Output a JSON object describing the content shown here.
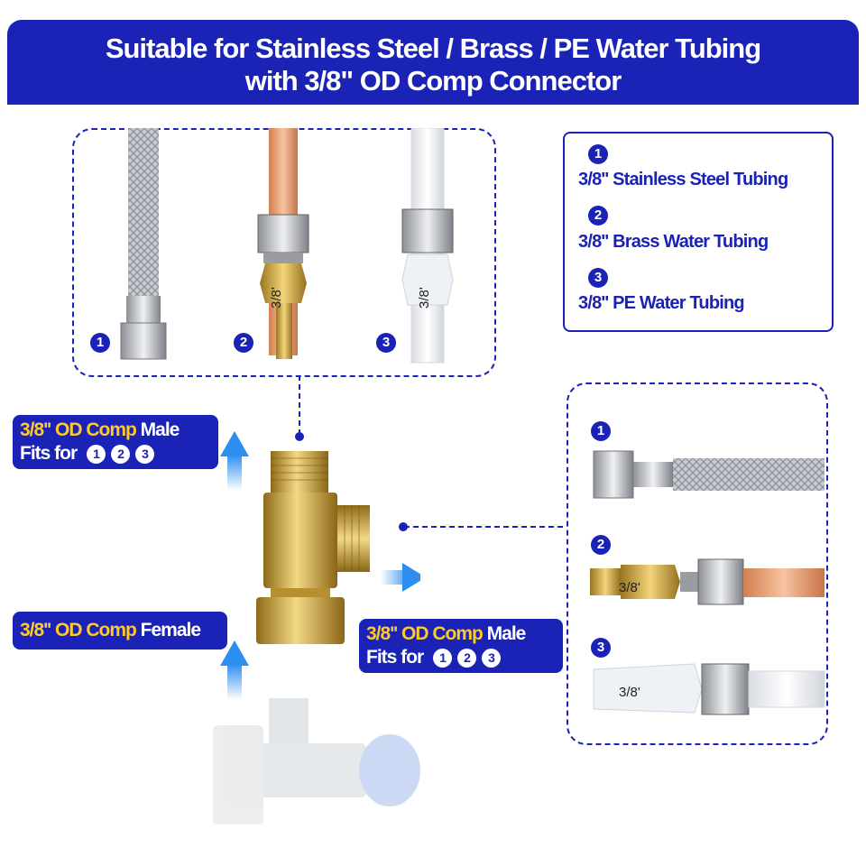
{
  "header": {
    "line1": "Suitable for Stainless Steel  / Brass / PE Water Tubing",
    "line2": "with 3/8\" OD Comp Connector"
  },
  "legend": {
    "items": [
      {
        "num": "1",
        "label": "3/8'' Stainless Steel Tubing"
      },
      {
        "num": "2",
        "label": "3/8'' Brass Water Tubing"
      },
      {
        "num": "3",
        "label": "3/8'' PE Water Tubing"
      }
    ]
  },
  "top_panel": {
    "nums": [
      "1",
      "2",
      "3"
    ],
    "marks": [
      "3/8'",
      "3/8'"
    ]
  },
  "right_panel": {
    "nums": [
      "1",
      "2",
      "3"
    ],
    "marks": [
      "3/8'",
      "3/8'"
    ]
  },
  "callouts": {
    "top_male": {
      "highlight": "3/8'' OD Comp",
      "rest": " Male",
      "fits": "Fits for",
      "nums": [
        "1",
        "2",
        "3"
      ]
    },
    "side_male": {
      "highlight": "3/8'' OD Comp",
      "rest": " Male",
      "fits": "Fits for",
      "nums": [
        "1",
        "2",
        "3"
      ]
    },
    "female": {
      "highlight": "3/8'' OD Comp",
      "rest": " Female"
    }
  },
  "colors": {
    "brand_blue": "#1a23b5",
    "highlight_yellow": "#ffc928",
    "brass": "#c9a23c",
    "copper": "#e39a6a"
  }
}
